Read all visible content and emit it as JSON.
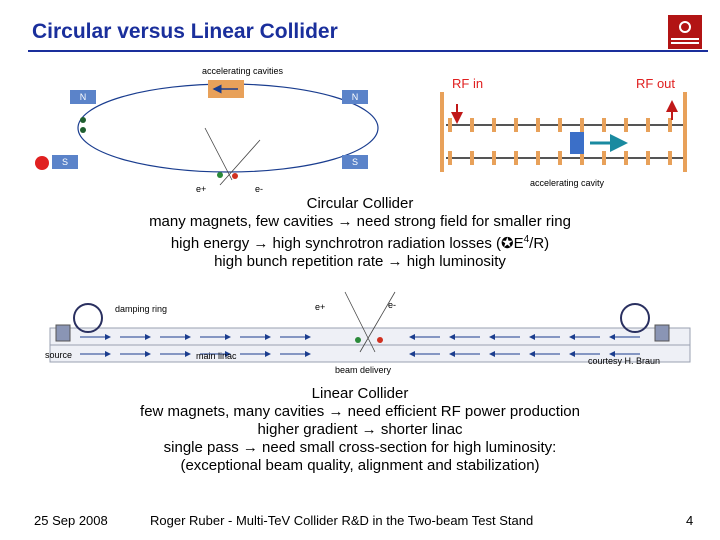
{
  "slide": {
    "title": "Circular versus Linear Collider",
    "footer_date": "25 Sep 2008",
    "footer_author": "Roger Ruber - Multi-TeV Collider R&D in the Two-beam Test Stand",
    "page_number": "4"
  },
  "circular_diagram": {
    "cavities_label": "accelerating cavities",
    "magnet_n_left": "N",
    "magnet_n_right": "N",
    "magnet_s_left": "S",
    "magnet_s_right": "S",
    "positron_label": "e+",
    "electron_label": "e-"
  },
  "rf_diagram": {
    "rf_in_label": "RF in",
    "rf_out_label": "RF out",
    "cavity_label": "accelerating cavity"
  },
  "circular_text": {
    "heading": "Circular Collider",
    "line1": "many magnets, few cavities → need strong field for smaller ring",
    "line2a": "high energy → high synchrotron radiation losses (",
    "line2_symbol": "✪",
    "line2_formula": "E",
    "line2_sup": "4",
    "line2_end": "/R)",
    "line3": "high bunch repetition rate → high luminosity"
  },
  "linear_diagram": {
    "damping_ring_label": "damping ring",
    "source_label": "source",
    "main_linac_label": "main linac",
    "beam_delivery_label": "beam delivery",
    "positron_label": "e+",
    "electron_label": "e-",
    "courtesy_label": "courtesy H. Braun"
  },
  "linear_text": {
    "heading": "Linear Collider",
    "line1": "few magnets, many cavities → need efficient RF power production",
    "line2": "higher gradient → shorter linac",
    "line3": "single pass → need small cross-section for high luminosity:",
    "line4": "(exceptional beam quality, alignment and stabilization)"
  },
  "colors": {
    "title": "#1a2f9c",
    "rf_red": "#e02020",
    "magnet_blue": "#5b83c9",
    "cavity_orange": "#e8a15a"
  }
}
